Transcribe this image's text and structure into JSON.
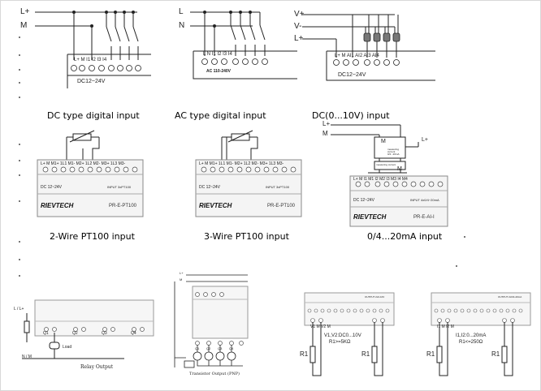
{
  "captions": {
    "dc_digital": "DC type digital input",
    "ac_digital": "AC type digital input",
    "dc_0_10v": "DC(0...10V) input",
    "pt100_2wire": "2-Wire PT100 input",
    "pt100_3wire": "3-Wire PT100 input",
    "ma_input": "0/4...20mA input"
  },
  "panel_dc_digital": {
    "wire_top": "L+",
    "wire_bottom": "M",
    "terminals": "L+ M     I1  I2  I3  I4",
    "voltage": "DC12~24V"
  },
  "panel_ac_digital": {
    "wire_top": "L",
    "wire_bottom": "N",
    "terminals": "L   N       I1  I2  I3  I4",
    "voltage": "AC 110-240V"
  },
  "panel_dc_0_10v": {
    "wire_v_plus": "V+",
    "wire_v_minus": "V-",
    "wire_l_plus": "L+",
    "terminals": "L+ M    AI1 AI2 AI3 AI4",
    "voltage": "DC12~24V"
  },
  "panel_pt100_2": {
    "terminals": "L+  M  M1+ 1L1  M1- M2+ 1L2 M2- M3+ 1L3 M3-",
    "voltage": "DC 12~24V",
    "input_label": "INPUT 3xPT100",
    "brand": "RIEVTECH",
    "model": "PR-E-PT100"
  },
  "panel_pt100_3": {
    "terminals": "L+  M  M1+ 1L1  M1- M2+ 1L2 M2- M3+ 1L3 M3-",
    "voltage": "DC 12~24V",
    "input_label": "INPUT 3xPT100",
    "brand": "RIEVTECH",
    "model": "PR-E-PT100"
  },
  "panel_ma": {
    "wire_l_plus_top": "L+",
    "wire_m_top": "M",
    "box_m_left": "M",
    "box_m_right": "M",
    "wire_l_plus_side": "L+",
    "transducer_1": "measuring current 0/4...20mA",
    "transducer_2": "measuring current",
    "terminals": "L+  M   I1  M1  I2  M2  I3  M3  I4  M4",
    "voltage": "DC 12~24V",
    "input_label": "INPUT 4x0/4~20mA",
    "brand": "RIEVTECH",
    "model": "PR-E-AI-I"
  },
  "panel_relay": {
    "wire_top": "L / L+",
    "wire_bottom": "N / M",
    "load_label": "Load",
    "outputs": [
      "Q1",
      "Q2",
      "Q3",
      "Q4"
    ],
    "title": "Relay Output"
  },
  "panel_transistor": {
    "wire_top": "L+",
    "wire_bottom": "M",
    "outputs": [
      "Q1",
      "Q2",
      "Q3",
      "Q4"
    ],
    "title": "Transistor Output (PNP)"
  },
  "panel_out_v": {
    "header": "OUTPUT 2x0-10V",
    "terminals": "V1  M        V2  M",
    "note_line1": "V1,V2:DC0...10V",
    "note_line2": "R1>=5KΩ",
    "resistor_left": "R1",
    "resistor_right": "R1"
  },
  "panel_out_ma": {
    "header": "OUTPUT 2x0/4-20mA",
    "terminals": "I1  M        I2  M",
    "note_line1": "I1,I2:0...20mA",
    "note_line2": "R1<=250Ω",
    "resistor_left": "R1",
    "resistor_right": "R1"
  },
  "colors": {
    "line": "#222222",
    "module": "#f2f2f2",
    "module_edge": "#888888"
  }
}
